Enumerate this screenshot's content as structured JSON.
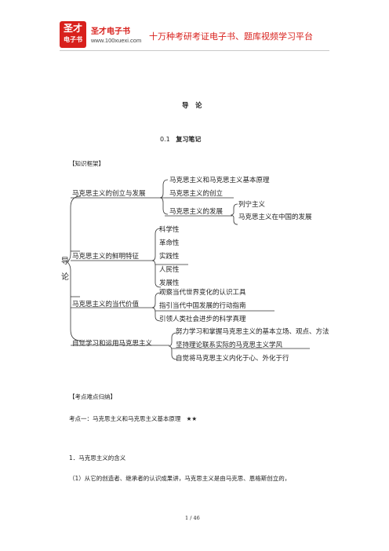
{
  "header": {
    "logo_line1": "圣才",
    "logo_line2": "电子书",
    "brand_name": "圣才电子书",
    "brand_url": "www.100xuexi.com",
    "slogan": "十万种考研考证电子书、题库视频学习平台"
  },
  "doc": {
    "title": "导　论",
    "section_number": "0.1",
    "section_name": "复习笔记",
    "framework_label": "【知识框架】"
  },
  "mindmap": {
    "root": "导论",
    "branches": [
      {
        "label": "马克思主义的创立与发展",
        "children": [
          {
            "label": "马克思主义和马克思主义基本原理"
          },
          {
            "label": "马克思主义的创立"
          },
          {
            "label": "马克思主义的发展",
            "children": [
              "列宁主义",
              "马克思主义在中国的发展"
            ]
          }
        ]
      },
      {
        "label": "马克思主义的鲜明特征",
        "children": [
          "科学性",
          "革命性",
          "实践性",
          "人民性",
          "发展性"
        ]
      },
      {
        "label": "马克思主义的当代价值",
        "children": [
          "观察当代世界变化的认识工具",
          "指引当代中国发展的行动指南",
          "引领人类社会进步的科学真理"
        ]
      },
      {
        "label": "自觉学习和运用马克思主义",
        "children": [
          "努力学习和掌握马克思主义的基本立场、观点、方法",
          "坚持理论联系实际的马克思主义学风",
          "自觉将马克思主义内化于心、外化于行"
        ]
      }
    ]
  },
  "focus": {
    "label": "【考点难点归纳】",
    "point1": "考点一：马克思主义和马克思主义基本原理",
    "stars": "★★",
    "item1": "1．马克思主义的含义",
    "item1_text": "（1）从它的创造者、继承者的认识成果讲，马克思主义是由马克思、恩格斯创立的，"
  },
  "footer": {
    "page": "1 / 46"
  }
}
